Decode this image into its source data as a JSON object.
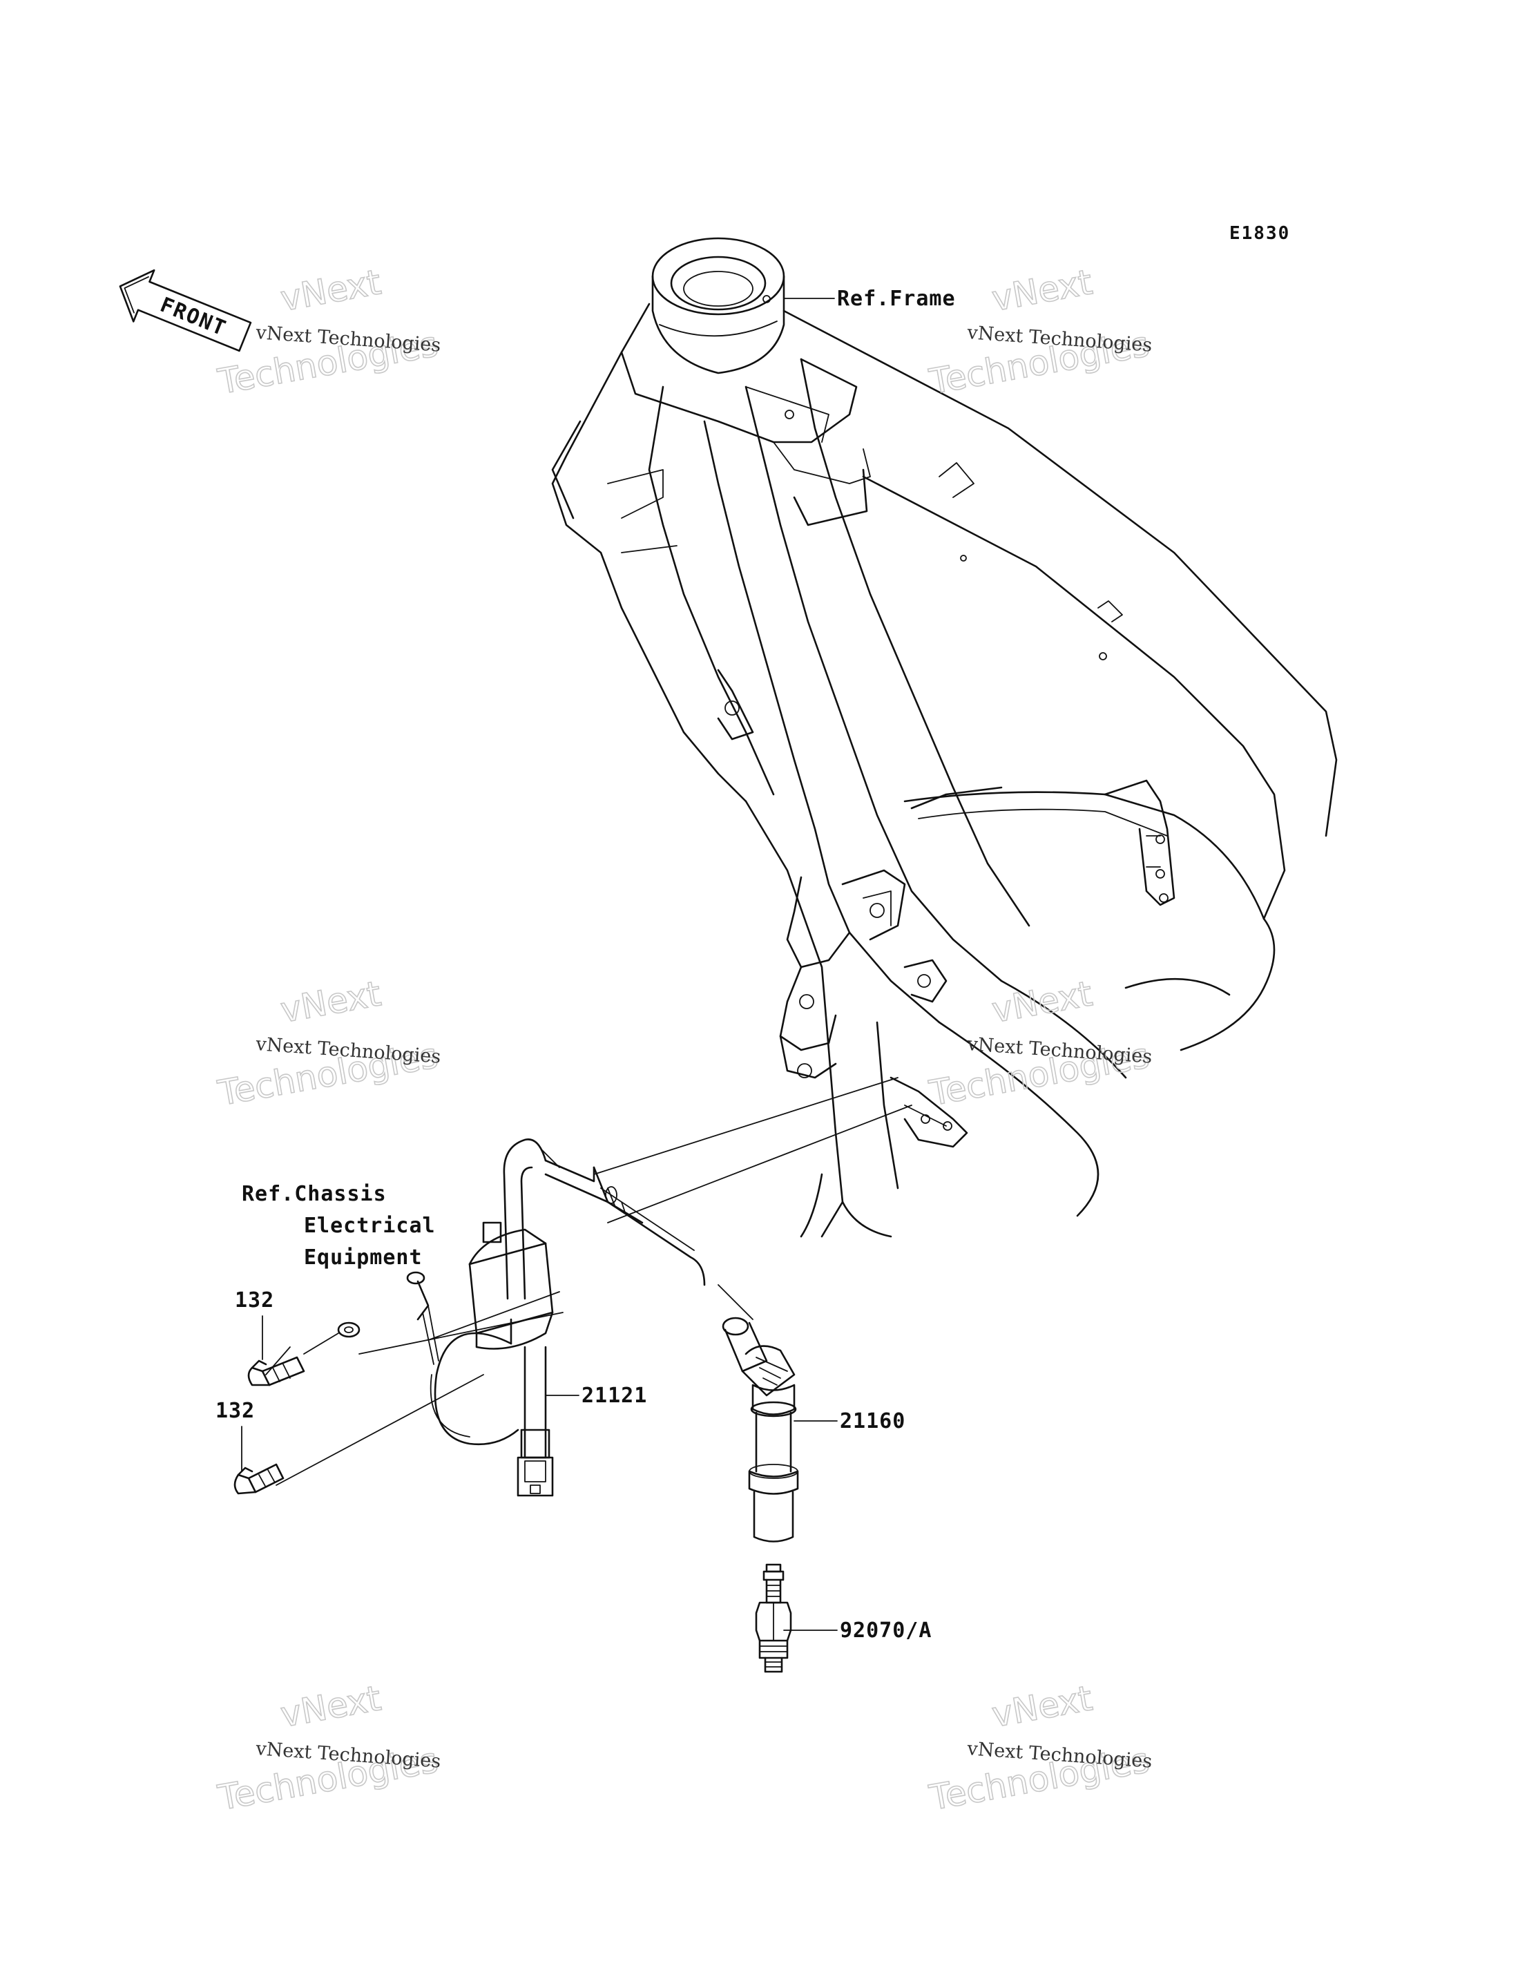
{
  "diagram_code": "E1830",
  "front_label": "FRONT",
  "labels": {
    "ref_frame": "Ref.Frame",
    "ref_chassis_line1": "Ref.Chassis",
    "ref_chassis_line2": "Electrical",
    "ref_chassis_line3": "Equipment",
    "bolt_upper": "132",
    "bolt_lower": "132",
    "ignition_coil": "21121",
    "plug_cap": "21160",
    "spark_plug": "92070/A"
  },
  "watermark": {
    "line1": "vNext Technologies",
    "line2": "Technologies",
    "line3": "vNext"
  }
}
